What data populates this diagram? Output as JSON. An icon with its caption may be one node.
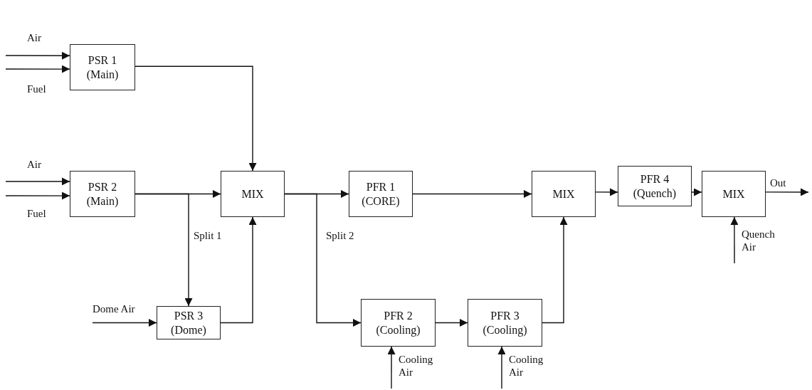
{
  "diagram": {
    "nodes": [
      {
        "text": [
          "PSR 1 (Main)"
        ]
      },
      {
        "text": [
          "PSR 2 (Main)"
        ]
      },
      {
        "text": [
          "MIX"
        ]
      },
      {
        "text": [
          "PSR 3 (Dome)"
        ]
      },
      {
        "text": [
          "PFR 1 (CORE)"
        ]
      },
      {
        "text": [
          "MIX"
        ]
      },
      {
        "text": [
          "PFR 4 (Quench)"
        ]
      },
      {
        "text": [
          "MIX"
        ]
      },
      {
        "text": [
          "PFR 2 (Cooling)"
        ]
      },
      {
        "text": [
          "PFR 3 (Cooling)"
        ]
      }
    ],
    "edges": [
      {
        "from": null,
        "to": 0,
        "arrow": "to",
        "label": "Air"
      },
      {
        "from": null,
        "to": 0,
        "arrow": "to",
        "label": "Fuel"
      },
      {
        "from": null,
        "to": 1,
        "arrow": "to",
        "label": "Air"
      },
      {
        "from": null,
        "to": 1,
        "arrow": "to",
        "label": "Fuel"
      },
      {
        "from": 0,
        "to": 2,
        "arrow": "to"
      },
      {
        "from": 1,
        "to": 2,
        "arrow": "to"
      },
      {
        "from": 1,
        "to": 3,
        "arrow": "to",
        "label": "Split 1"
      },
      {
        "from": null,
        "to": 3,
        "arrow": "to",
        "label": "Dome Air"
      },
      {
        "from": 3,
        "to": 2,
        "arrow": "to"
      },
      {
        "from": 2,
        "to": 4,
        "arrow": "to"
      },
      {
        "from": 2,
        "to": 8,
        "arrow": "to",
        "label": "Split 2"
      },
      {
        "from": 4,
        "to": 5,
        "arrow": "to"
      },
      {
        "from": 8,
        "to": 9,
        "arrow": "to"
      },
      {
        "from": 9,
        "to": 5,
        "arrow": "to"
      },
      {
        "from": null,
        "to": 8,
        "arrow": "to",
        "label": "Cooling Air"
      },
      {
        "from": null,
        "to": 9,
        "arrow": "to",
        "label": "Cooling Air"
      },
      {
        "from": 5,
        "to": 6,
        "arrow": "to"
      },
      {
        "from": 6,
        "to": 7,
        "arrow": "to"
      },
      {
        "from": null,
        "to": 7,
        "arrow": "to",
        "label": "Quench Air"
      },
      {
        "from": 7,
        "to": null,
        "arrow": "to",
        "label": "Out"
      }
    ]
  }
}
